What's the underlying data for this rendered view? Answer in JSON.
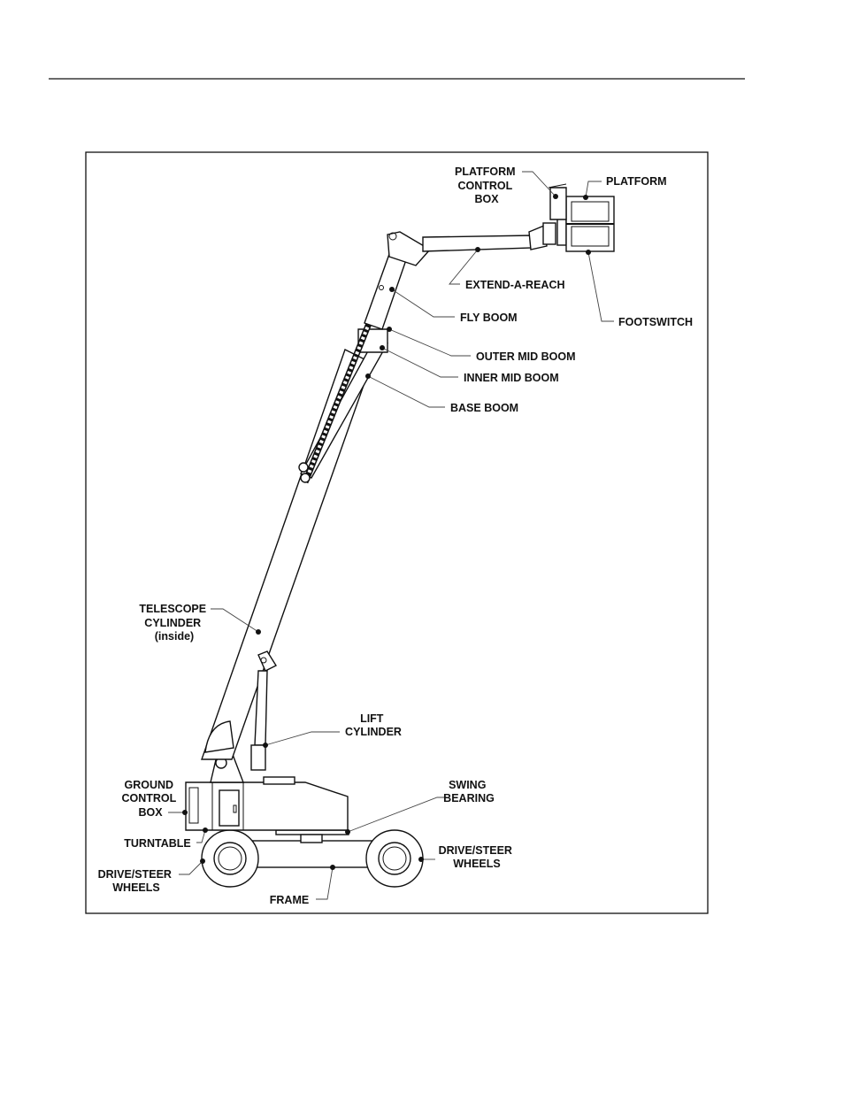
{
  "labels": {
    "platform_control_box": [
      "PLATFORM",
      "CONTROL",
      "BOX"
    ],
    "platform": "PLATFORM",
    "extend_a_reach": "EXTEND-A-REACH",
    "fly_boom": "FLY BOOM",
    "footswitch": "FOOTSWITCH",
    "outer_mid_boom": "OUTER MID BOOM",
    "inner_mid_boom": "INNER MID BOOM",
    "base_boom": "BASE BOOM",
    "telescope_cylinder": [
      "TELESCOPE",
      "CYLINDER",
      "(inside)"
    ],
    "lift_cylinder": [
      "LIFT",
      "CYLINDER"
    ],
    "ground_control_box": [
      "GROUND",
      "CONTROL",
      "BOX"
    ],
    "swing_bearing": [
      "SWING",
      "BEARING"
    ],
    "turntable": "TURNTABLE",
    "drive_steer_wheels_left": [
      "DRIVE/STEER",
      "WHEELS"
    ],
    "drive_steer_wheels_right": [
      "DRIVE/STEER",
      "WHEELS"
    ],
    "frame": "FRAME"
  }
}
